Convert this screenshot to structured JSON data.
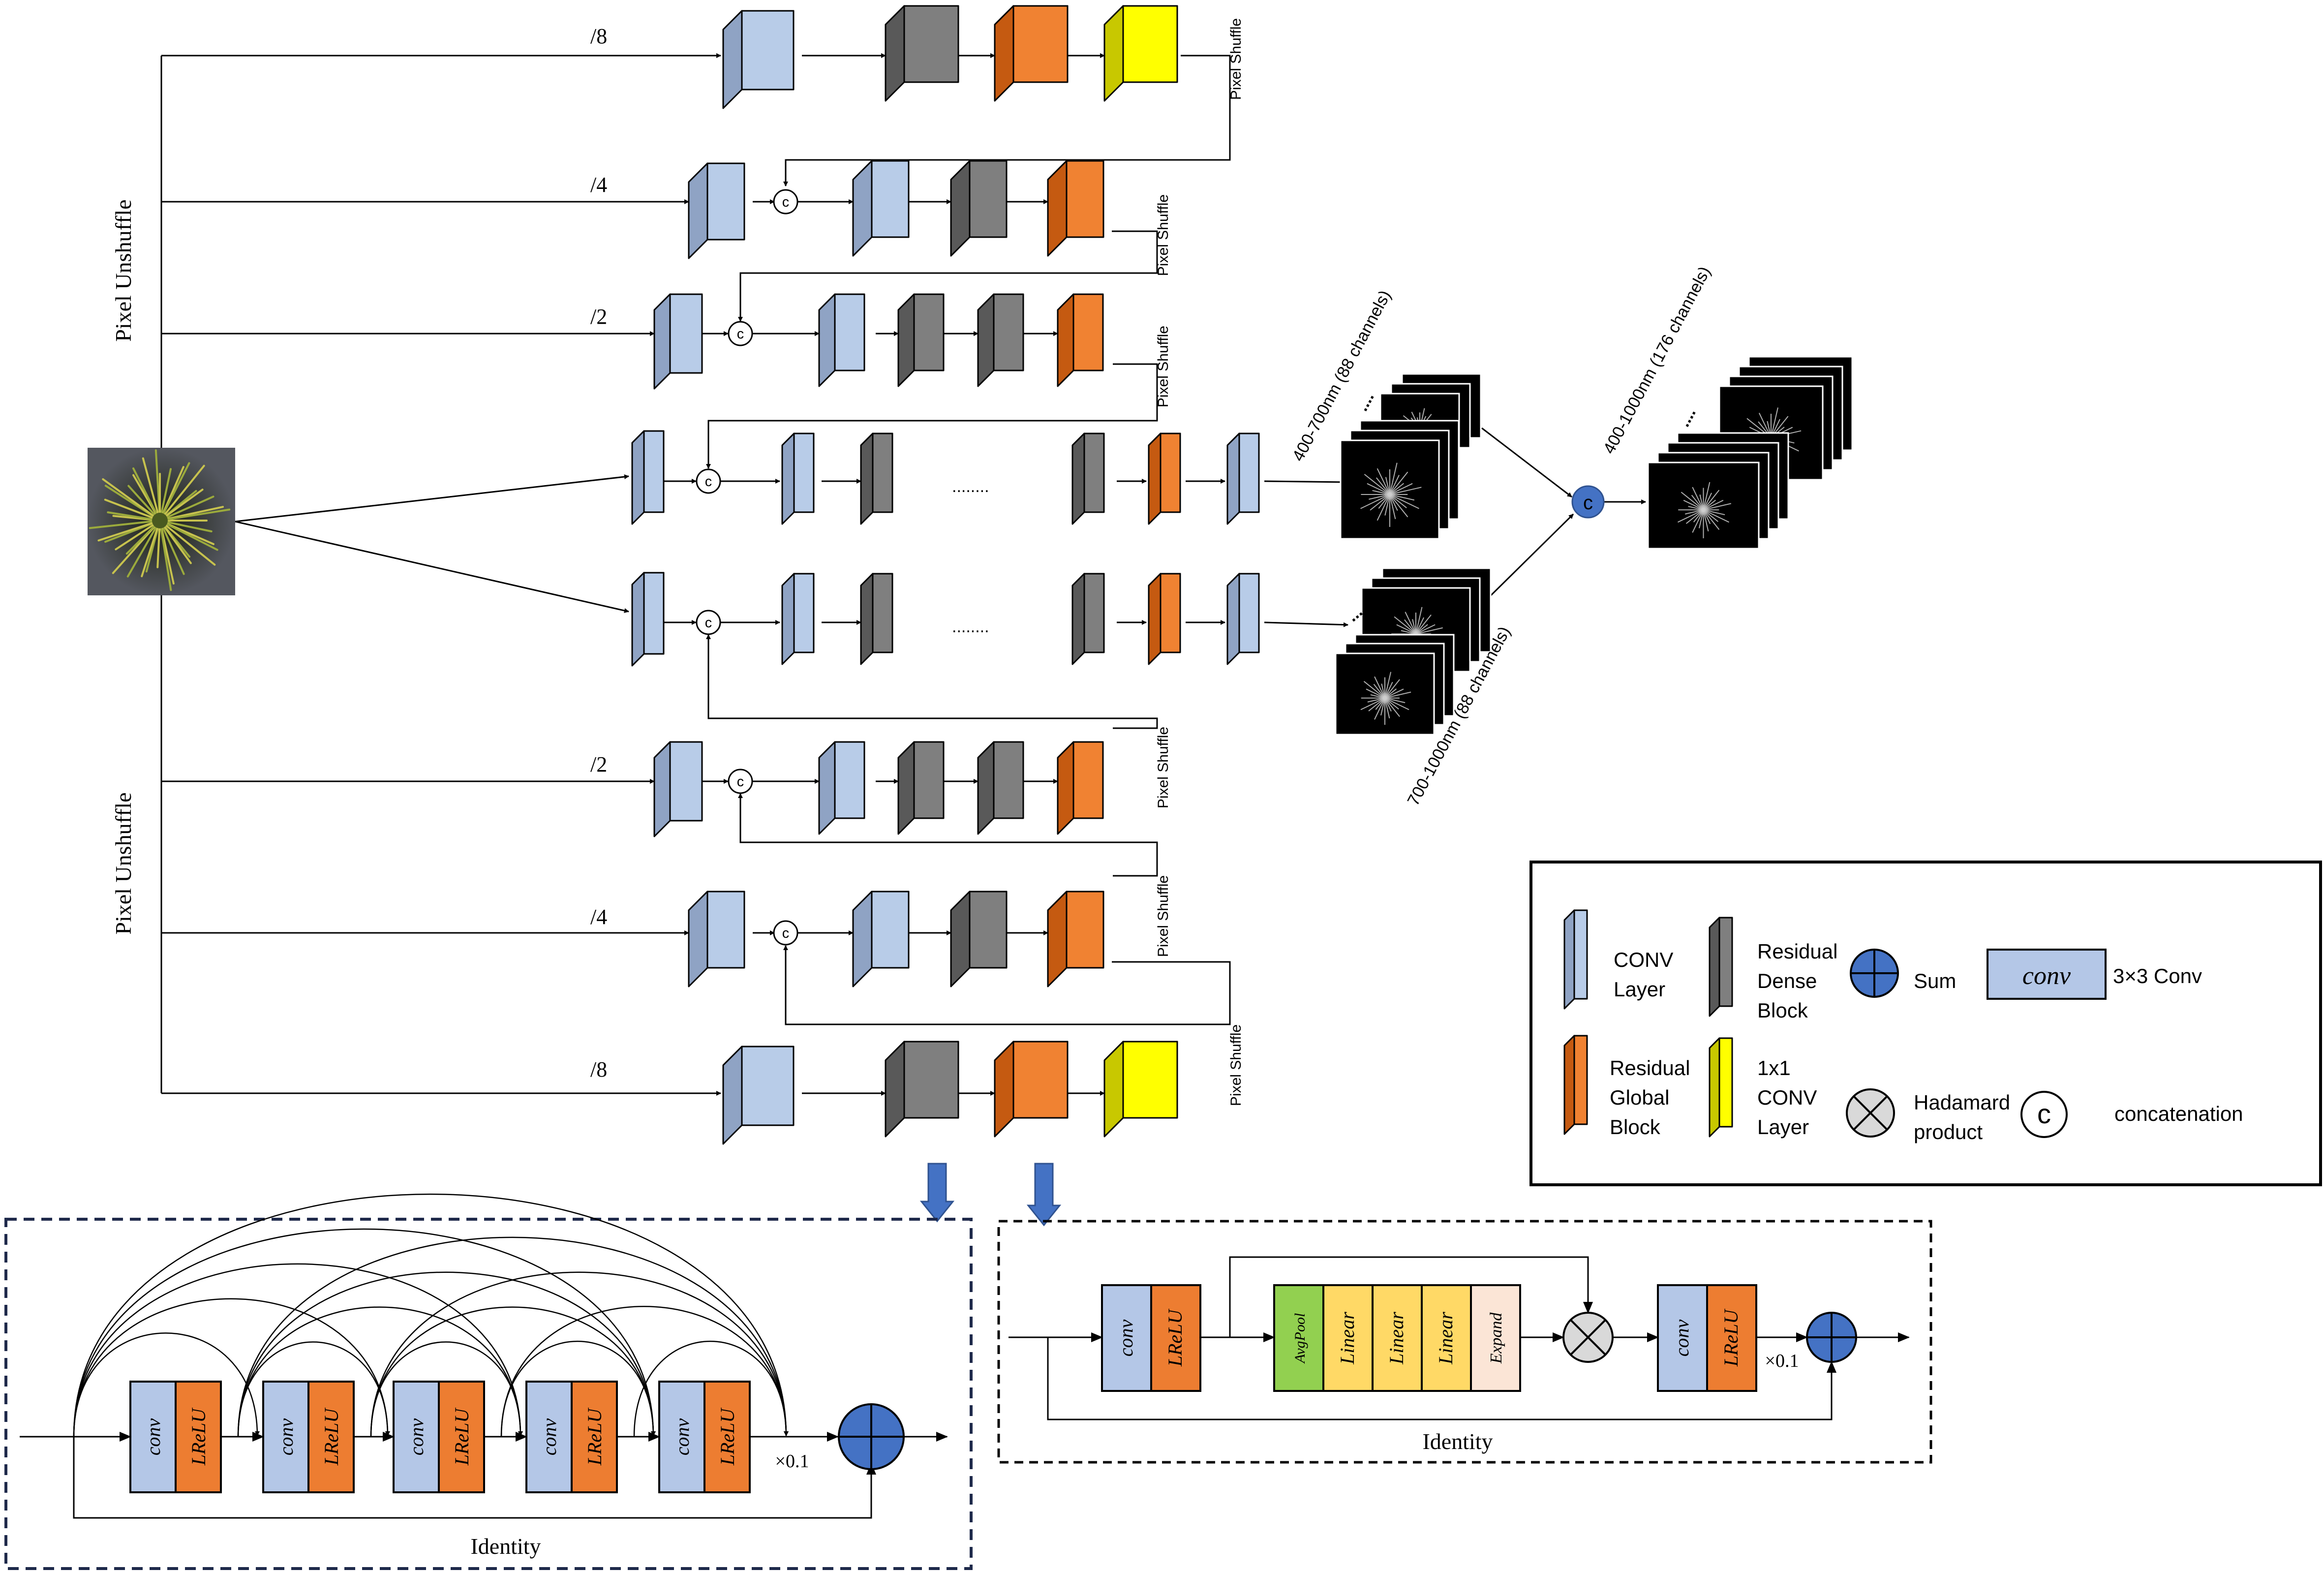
{
  "labels": {
    "pixel_unshuffle": "Pixel Unshuffle",
    "pixel_shuffle": "Pixel Shuffle",
    "div8": "/8",
    "div4": "/4",
    "div2": "/2",
    "dots": "........",
    "concat_symbol": "c",
    "out_vis": "400-700nm (88 channels)",
    "out_nir": "700-1000nm (88 channels)",
    "out_full": "400-1000nm (176 channels)",
    "stack_dots": "...."
  },
  "legend": {
    "conv_layer": [
      "CONV",
      "Layer"
    ],
    "rdb": [
      "Residual",
      "Dense",
      "Block"
    ],
    "sum": "Sum",
    "conv3x3_box": "conv",
    "conv3x3": "3×3 Conv",
    "rgb": [
      "Residual",
      "Global",
      "Block"
    ],
    "conv1x1": [
      "1x1",
      "CONV",
      "Layer"
    ],
    "hadamard": [
      "Hadamard",
      "product"
    ],
    "concat_symbol": "c",
    "concatenation": "concatenation"
  },
  "rdb_detail": {
    "conv": "conv",
    "lrelu": "LReLU",
    "scale": "×0.1",
    "identity": "Identity"
  },
  "rgb_detail": {
    "conv": "conv",
    "lrelu": "LReLU",
    "avgpool": "AvgPool",
    "linear": "Linear",
    "expand": "Expand",
    "scale": "×0.1",
    "identity": "Identity"
  },
  "colors": {
    "conv_front": "#B8CCE8",
    "conv_top": "#D4E0F2",
    "conv_side": "#8FA3C4",
    "rdb_front": "#7F7F7F",
    "rdb_top": "#A6A6A6",
    "rdb_side": "#595959",
    "rgb_front": "#F08232",
    "rgb_top": "#F5A86E",
    "rgb_side": "#C55A11",
    "yellow_front": "#FFFF00",
    "yellow_top": "#FFFF99",
    "yellow_side": "#C8C800",
    "sum_blue": "#4472C4",
    "lrelu": "#ED7D31",
    "conv_flat": "#B4C7E7",
    "avgpool": "#92D050",
    "linear": "#FFD966",
    "expand": "#FBE5D6",
    "hadamard": "#D9D9D9",
    "arrow_blue": "#4472C4"
  }
}
